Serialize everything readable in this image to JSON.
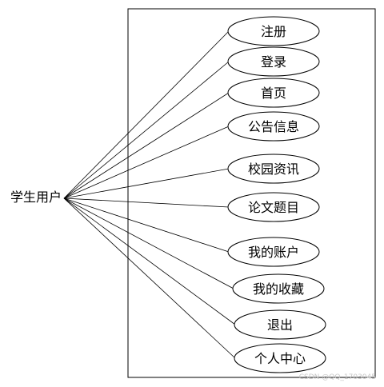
{
  "actor": {
    "label": "学生用户"
  },
  "use_cases": [
    {
      "id": "register",
      "label": "注册"
    },
    {
      "id": "login",
      "label": "登录"
    },
    {
      "id": "home",
      "label": "首页"
    },
    {
      "id": "announcements",
      "label": "公告信息"
    },
    {
      "id": "campus-news",
      "label": "校园资讯"
    },
    {
      "id": "thesis-topics",
      "label": "论文题目"
    },
    {
      "id": "my-account",
      "label": "我的账户"
    },
    {
      "id": "my-favorites",
      "label": "我的收藏"
    },
    {
      "id": "logout",
      "label": "退出"
    },
    {
      "id": "personal-center",
      "label": "个人中心"
    }
  ],
  "watermark": "CSDN @QQ_1703045",
  "colors": {
    "stroke": "#000000",
    "text": "#000000",
    "background": "#ffffff",
    "watermark": "#c8c8c8"
  }
}
